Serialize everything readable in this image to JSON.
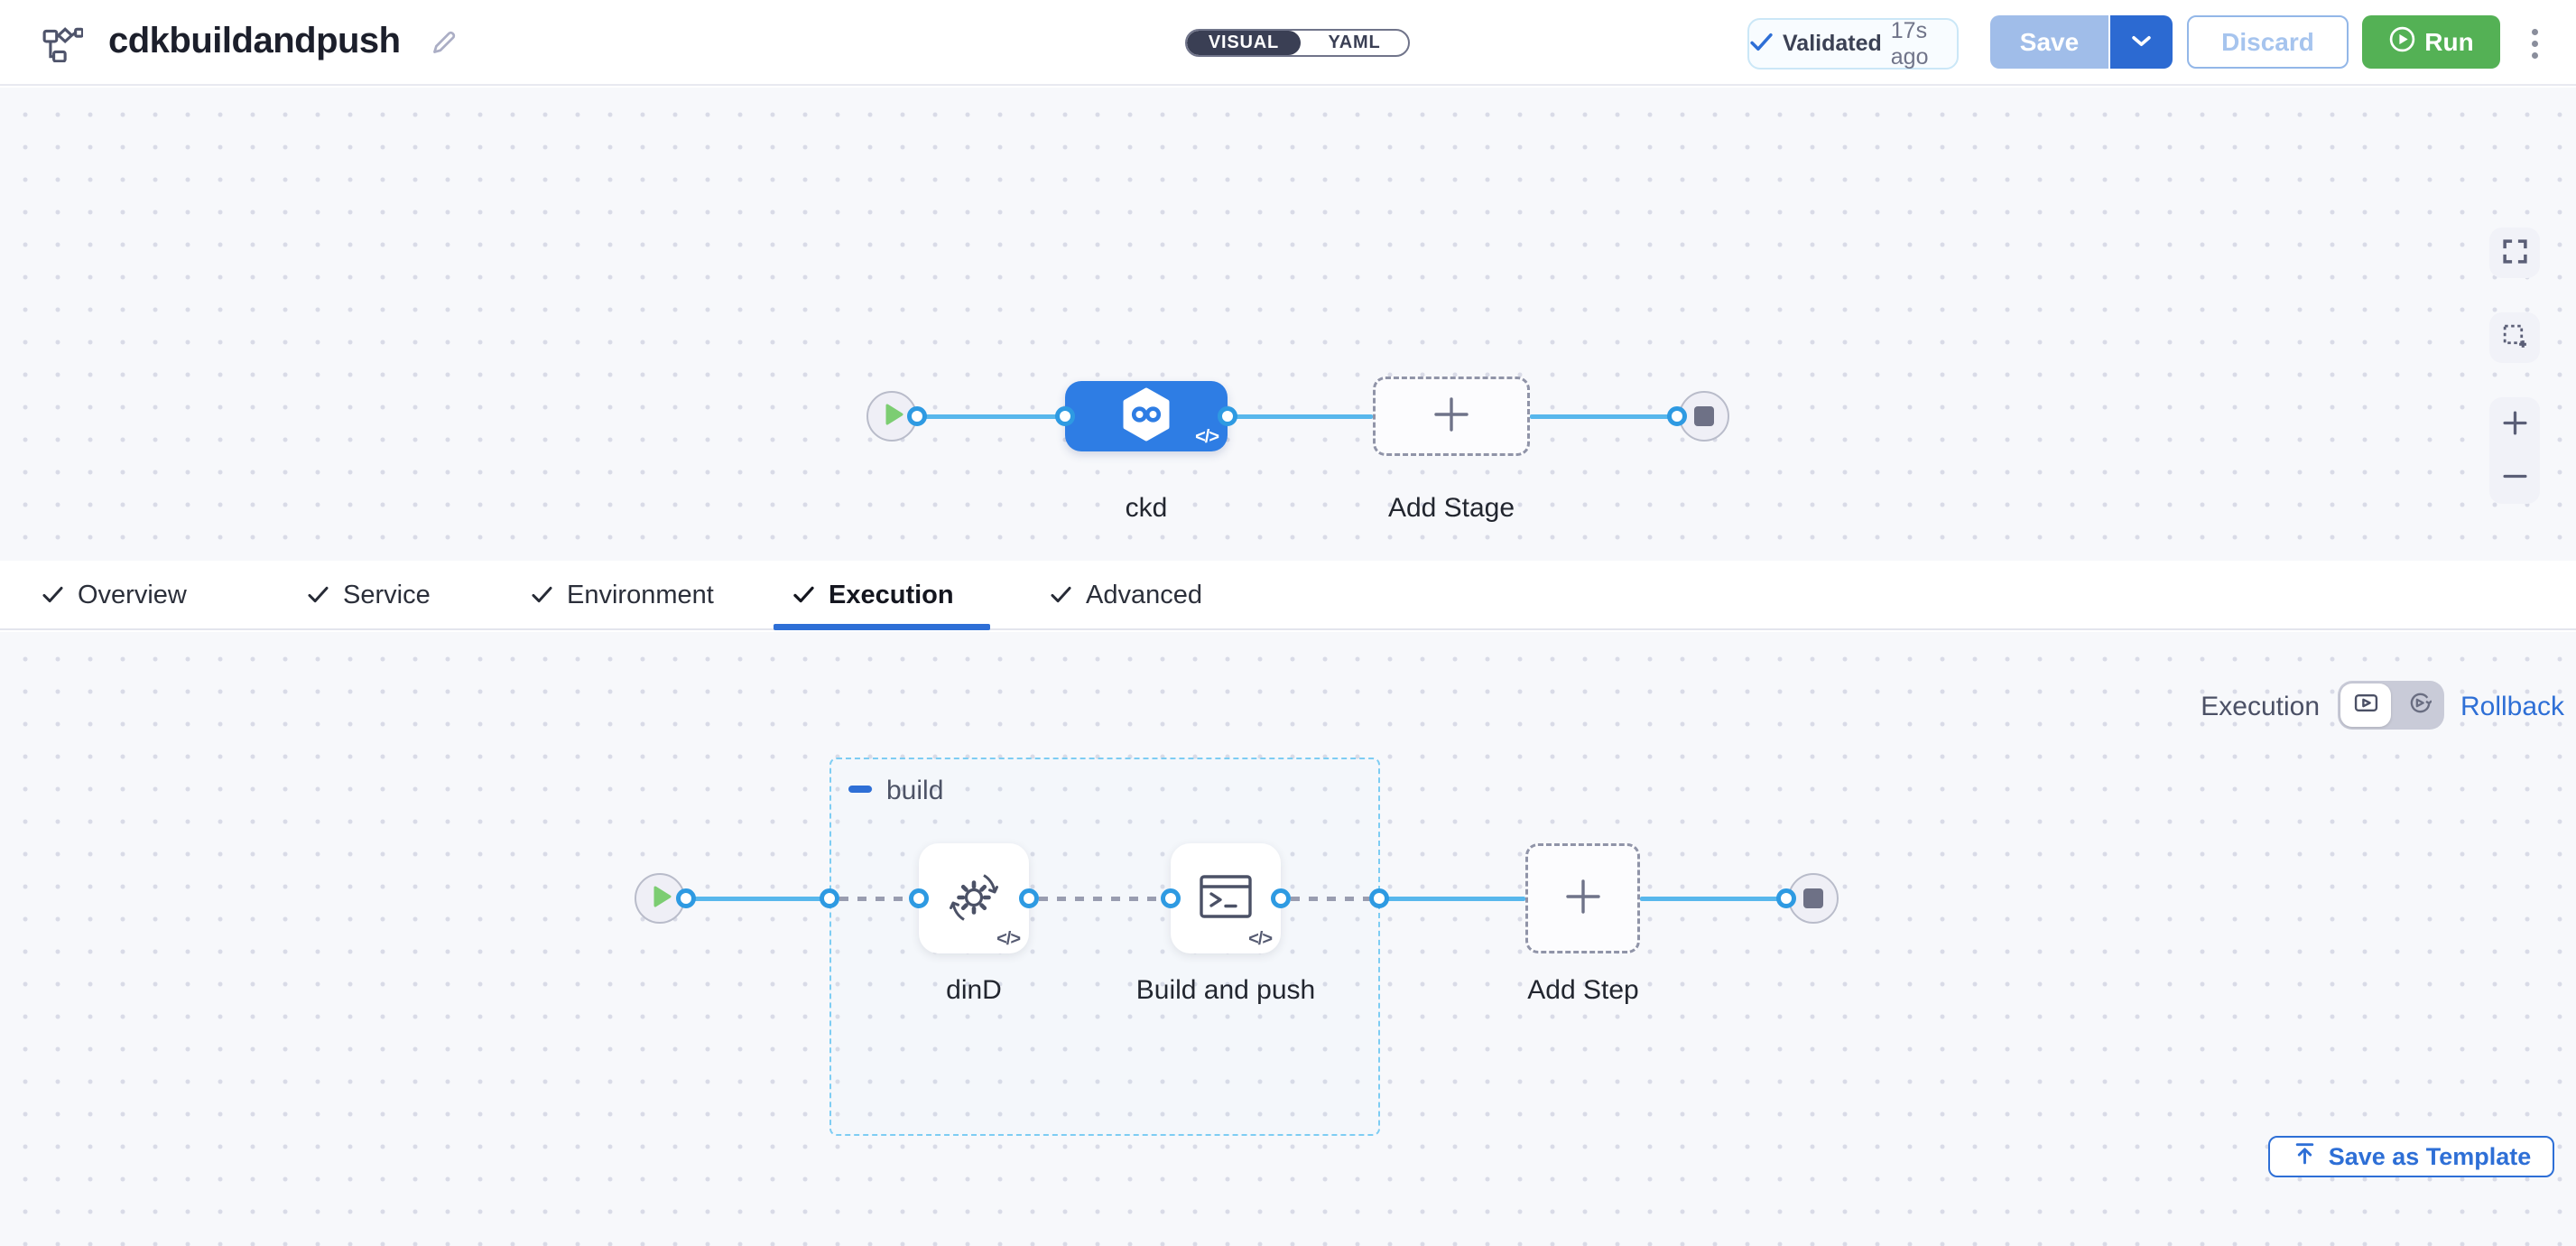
{
  "header": {
    "title": "cdkbuildandpush",
    "mode_toggle": {
      "visual": "VISUAL",
      "yaml": "YAML"
    },
    "validated_label": "Validated",
    "validated_time": "17s ago",
    "save_label": "Save",
    "discard_label": "Discard",
    "run_label": "Run"
  },
  "tabs": {
    "items": [
      {
        "label": "Overview"
      },
      {
        "label": "Service"
      },
      {
        "label": "Environment"
      },
      {
        "label": "Execution"
      },
      {
        "label": "Advanced"
      }
    ],
    "active": "Execution",
    "save_as_template_label": "Save as Template"
  },
  "stage_pipeline": {
    "stage_name": "ckd",
    "add_stage_label": "Add Stage",
    "code_glyph": "</>"
  },
  "execution_editor": {
    "mode_label": "Execution",
    "rollback_label": "Rollback",
    "group_name": "build",
    "steps": [
      {
        "name": "dinD"
      },
      {
        "name": "Build and push"
      }
    ],
    "add_step_label": "Add Step"
  },
  "colors": {
    "accent_blue": "#2e6fd6",
    "node_blue": "#2e7de4",
    "line_blue": "#58b7ec",
    "run_green": "#54b155",
    "toggle_dark": "#3a3f54"
  }
}
